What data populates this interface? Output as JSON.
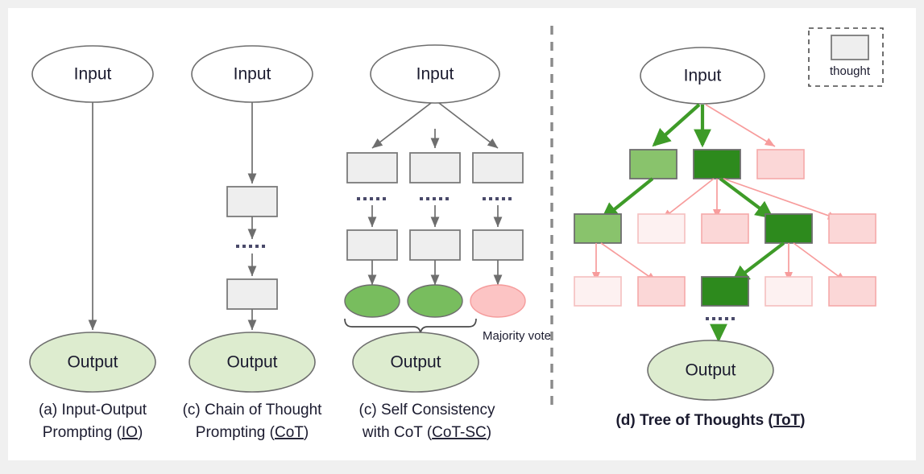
{
  "figure": {
    "background": "#f0f0f0",
    "card_background": "#ffffff",
    "divider": "vertical-dashed-divider"
  },
  "palette": {
    "dark_green": "#2d8a1d",
    "light_green": "#89c36c",
    "green_ellipse": "#78bd5e",
    "output_green": "#ddeccf",
    "pink": "#fbd7d7",
    "pale_pink": "#fdf1f1",
    "pink_ellipse": "#fcc4c4",
    "thought_gray": "#eeeeee",
    "outline_gray": "#6e6e6e",
    "green_arrow": "#3e9b28",
    "pink_arrow": "#f79c9c"
  },
  "labels": {
    "input": "Input",
    "output": "Output",
    "majority_vote": "Majority vote",
    "thought": "thought",
    "ellipsis": "......"
  },
  "panels": [
    {
      "id": "io",
      "caption_line1": "(a) Input-Output",
      "caption_line2_pre": "Prompting (",
      "caption_line2_underlined": "IO",
      "caption_line2_post": ")",
      "bold": false,
      "input": "Input",
      "output": "Output",
      "thought_count": 0
    },
    {
      "id": "cot",
      "caption_line1": "(c) Chain of Thought",
      "caption_line2_pre": "Prompting (",
      "caption_line2_underlined": "CoT",
      "caption_line2_post": ")",
      "bold": false,
      "input": "Input",
      "output": "Output",
      "thought_count": 2
    },
    {
      "id": "cot-sc",
      "caption_line1": "(c) Self Consistency",
      "caption_line2_pre": "with CoT (",
      "caption_line2_underlined": "CoT-SC",
      "caption_line2_post": ")",
      "bold": false,
      "input": "Input",
      "output": "Output",
      "chains": 3,
      "chain_results": [
        "green",
        "green",
        "pink"
      ],
      "vote_label": "Majority vote"
    },
    {
      "id": "tot",
      "caption_line1": "(d) Tree of Thoughts (",
      "caption_line1_underlined": "ToT",
      "caption_line1_post": ")",
      "bold": true,
      "input": "Input",
      "output": "Output",
      "tree_rows": [
        {
          "row": 1,
          "nodes": [
            "light-green",
            "dark-green",
            "pink"
          ]
        },
        {
          "row": 2,
          "nodes": [
            "light-green",
            "pale-pink",
            "pink",
            "dark-green",
            "pink"
          ]
        },
        {
          "row": 3,
          "nodes": [
            "pale-pink",
            "pink",
            "dark-green",
            "pale-pink",
            "pink"
          ]
        }
      ]
    }
  ],
  "legend": {
    "swatch": "thought-box-swatch",
    "label": "thought"
  }
}
